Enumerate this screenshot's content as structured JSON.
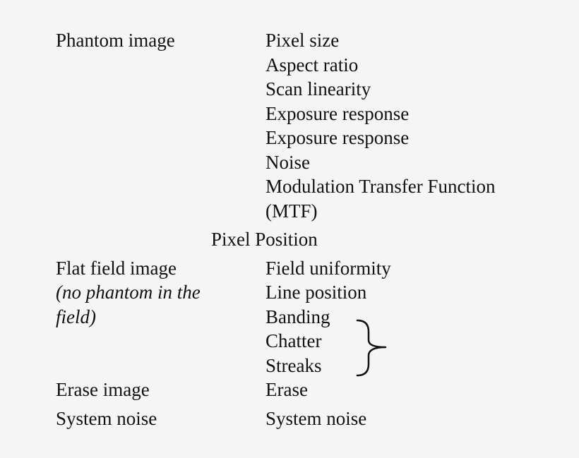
{
  "rows": {
    "phantom": {
      "label": "Phantom image",
      "items": [
        "Pixel size",
        "Aspect ratio",
        "Scan linearity",
        "Exposure response",
        "Exposure response",
        "Noise",
        "Modulation Transfer Function",
        "(MTF)"
      ]
    },
    "pixel_position": "Pixel Position",
    "flat_field": {
      "label": "Flat field image",
      "note_line1": "(no phantom in the",
      "note_line2": "field)",
      "items": [
        "Field uniformity",
        "Line position",
        "Banding",
        "Chatter",
        "Streaks"
      ]
    },
    "erase": {
      "label": "Erase image",
      "item": "Erase"
    },
    "system_noise": {
      "label": "System noise",
      "item": "System noise"
    }
  }
}
